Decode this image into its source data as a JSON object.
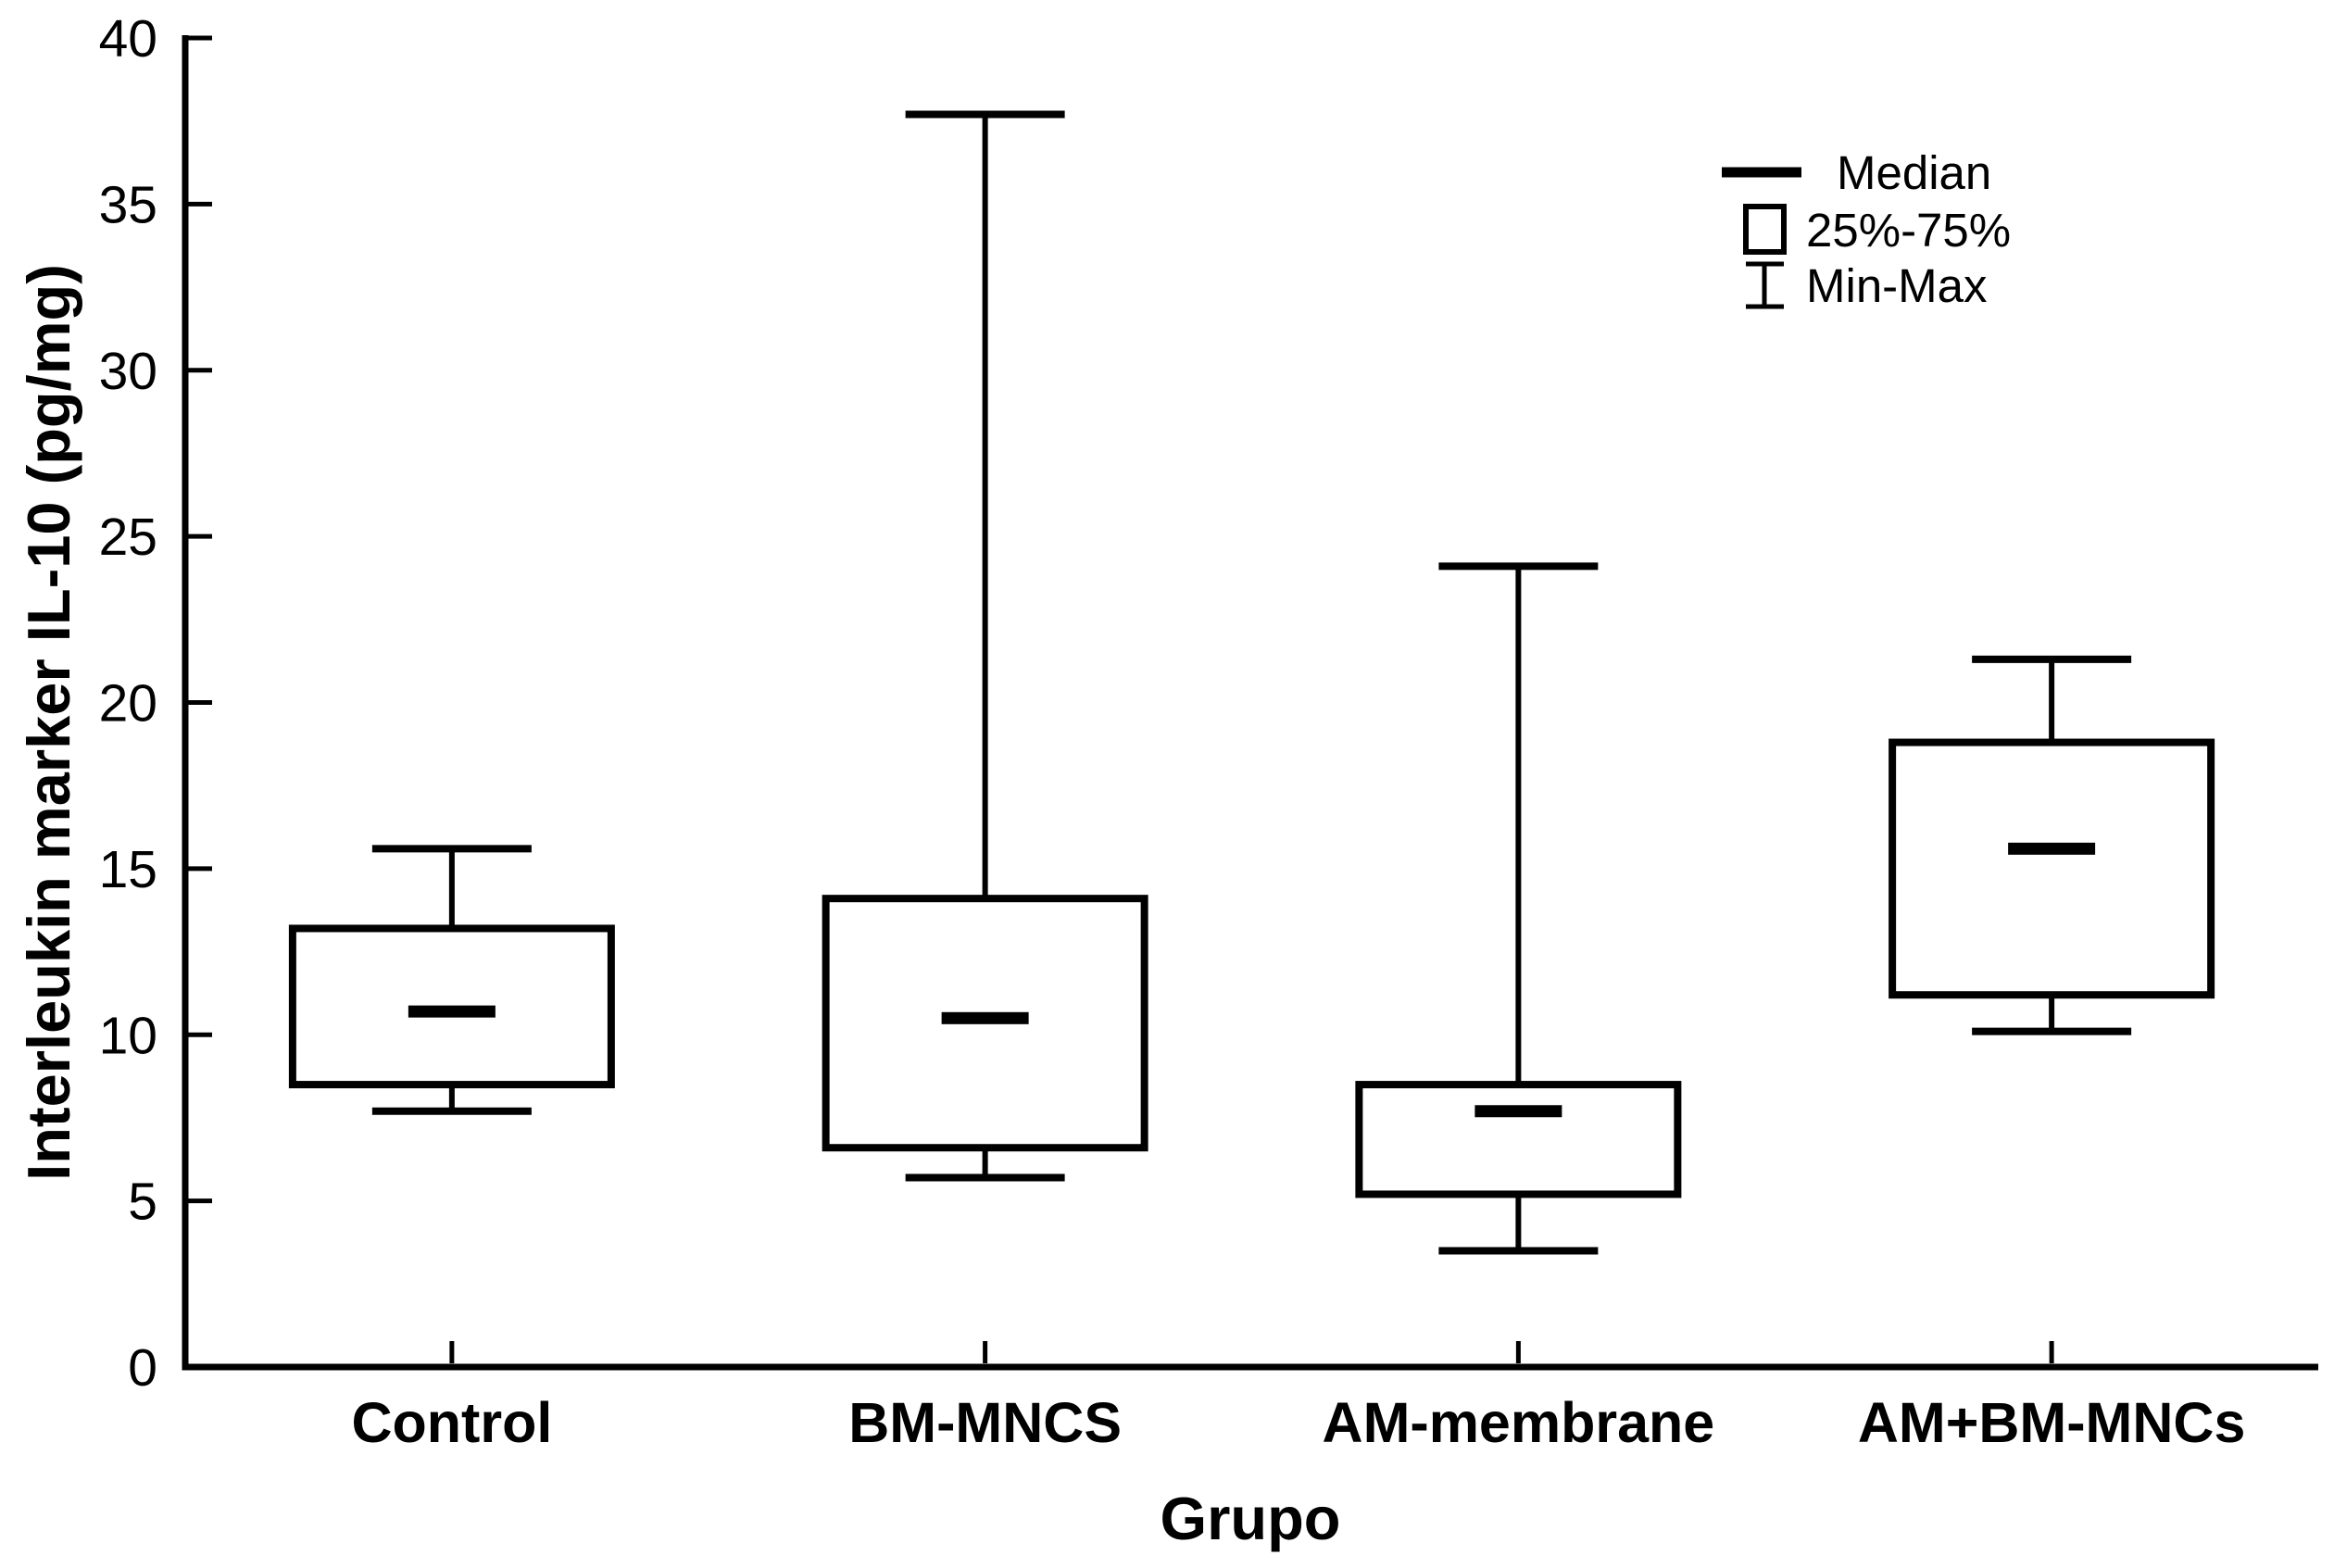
{
  "figure": {
    "background": "#ffffff",
    "ink": "#000000"
  },
  "chart_data": {
    "type": "box",
    "title": "",
    "xlabel": "Grupo",
    "ylabel": "Interleukin marker IL-10 (pg/mg)",
    "ylim": [
      0,
      40
    ],
    "yticks": [
      0,
      5,
      10,
      15,
      20,
      25,
      30,
      35,
      40
    ],
    "grid": false,
    "categories": [
      "Control",
      "BM-MNCS",
      "AM-membrane",
      "AM+BM-MNCs"
    ],
    "series": [
      {
        "name": "Control",
        "min": 7.7,
        "q1": 8.5,
        "median": 10.7,
        "q3": 13.2,
        "max": 15.6
      },
      {
        "name": "BM-MNCS",
        "min": 5.7,
        "q1": 6.6,
        "median": 10.5,
        "q3": 14.1,
        "max": 37.7
      },
      {
        "name": "AM-membrane",
        "min": 3.5,
        "q1": 5.2,
        "median": 7.7,
        "q3": 8.5,
        "max": 24.1
      },
      {
        "name": "AM+BM-MNCs",
        "min": 10.1,
        "q1": 11.2,
        "median": 15.6,
        "q3": 18.8,
        "max": 21.3
      }
    ],
    "legend": {
      "position": "top-right",
      "items": [
        {
          "marker": "median-line",
          "label": "Median"
        },
        {
          "marker": "box",
          "label": "25%-75%"
        },
        {
          "marker": "whisker",
          "label": "Min-Max"
        }
      ]
    }
  }
}
